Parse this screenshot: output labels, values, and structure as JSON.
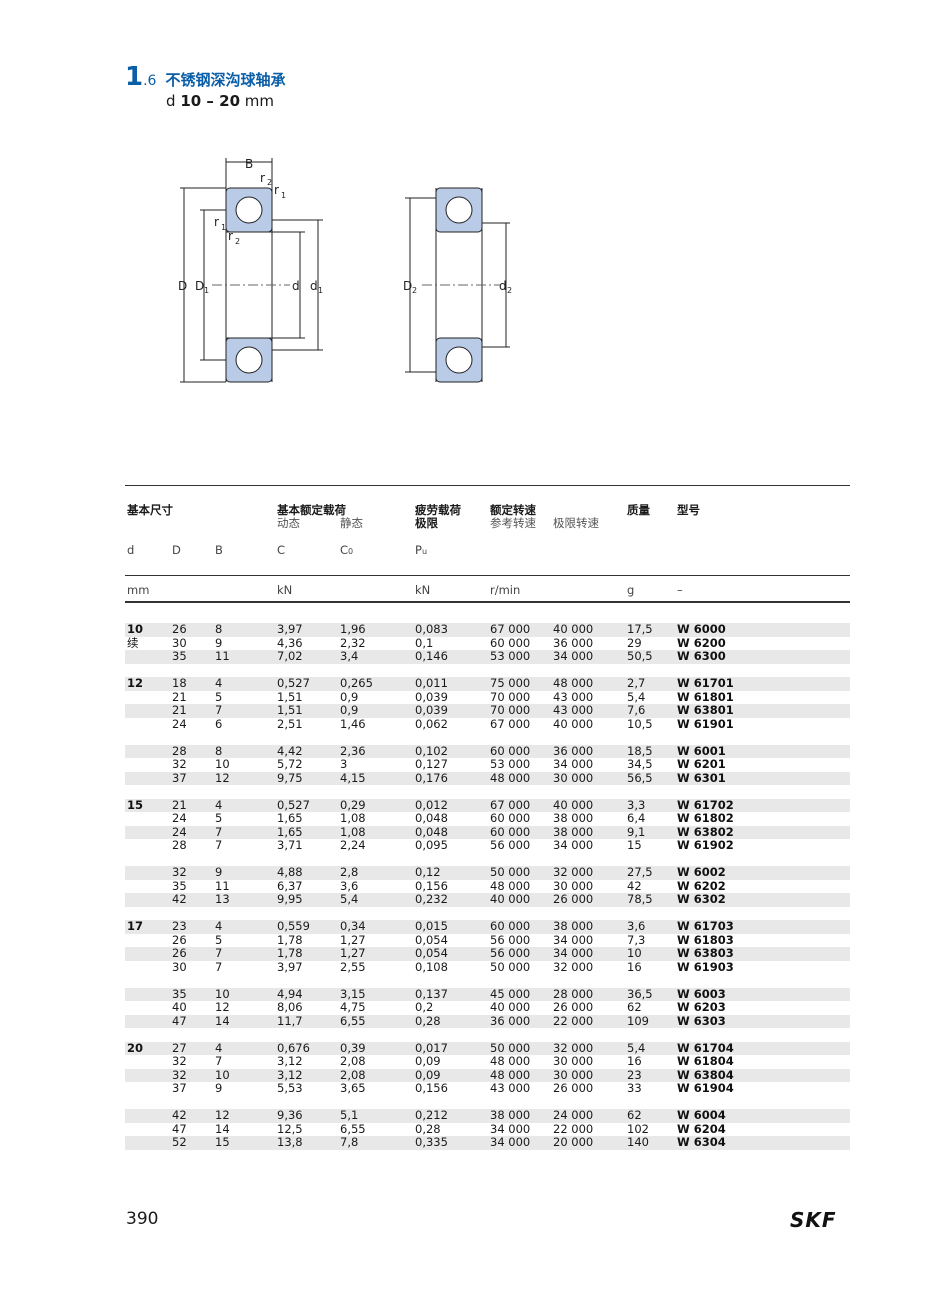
{
  "header": {
    "section_number": "1",
    "section_sub": ".6",
    "title": "不锈钢深沟球轴承",
    "range_prefix": "d",
    "range_value": "10 – 20",
    "range_unit": "mm"
  },
  "diagram": {
    "labels": {
      "B": "B",
      "r2": "r",
      "r1": "r",
      "sub1": "1",
      "sub2": "2",
      "D": "D",
      "D1": "D",
      "d": "d",
      "d1": "d",
      "D2": "D",
      "d2": "d"
    }
  },
  "table": {
    "headers": {
      "basic_dims": "基本尺寸",
      "load_ratings": "基本额定载荷",
      "dynamic": "动态",
      "static": "静态",
      "fatigue": "疲劳载荷",
      "fatigue2": "极限",
      "speed": "额定转速",
      "ref_speed": "参考转速",
      "lim_speed": "极限转速",
      "mass": "质量",
      "designation": "型号"
    },
    "symbols": {
      "d": "d",
      "D": "D",
      "B": "B",
      "C": "C",
      "C0": "C",
      "C0_sub": "0",
      "Pu": "P",
      "Pu_sub": "u"
    },
    "units": {
      "dims": "mm",
      "load": "kN",
      "fatigue": "kN",
      "speed": "r/min",
      "mass": "g",
      "designation": "–"
    },
    "rows": [
      {
        "d": "10",
        "D": "26",
        "B": "8",
        "C": "3,97",
        "C0": "1,96",
        "Pu": "0,083",
        "ref": "67 000",
        "lim": "40 000",
        "m": "17,5",
        "des": "W 6000"
      },
      {
        "d": "续",
        "D": "30",
        "B": "9",
        "C": "4,36",
        "C0": "2,32",
        "Pu": "0,1",
        "ref": "60 000",
        "lim": "36 000",
        "m": "29",
        "des": "W 6200"
      },
      {
        "d": "",
        "D": "35",
        "B": "11",
        "C": "7,02",
        "C0": "3,4",
        "Pu": "0,146",
        "ref": "53 000",
        "lim": "34 000",
        "m": "50,5",
        "des": "W 6300"
      },
      {
        "d": "12",
        "D": "18",
        "B": "4",
        "C": "0,527",
        "C0": "0,265",
        "Pu": "0,011",
        "ref": "75 000",
        "lim": "48 000",
        "m": "2,7",
        "des": "W 61701"
      },
      {
        "d": "",
        "D": "21",
        "B": "5",
        "C": "1,51",
        "C0": "0,9",
        "Pu": "0,039",
        "ref": "70 000",
        "lim": "43 000",
        "m": "5,4",
        "des": "W 61801"
      },
      {
        "d": "",
        "D": "21",
        "B": "7",
        "C": "1,51",
        "C0": "0,9",
        "Pu": "0,039",
        "ref": "70 000",
        "lim": "43 000",
        "m": "7,6",
        "des": "W 63801"
      },
      {
        "d": "",
        "D": "24",
        "B": "6",
        "C": "2,51",
        "C0": "1,46",
        "Pu": "0,062",
        "ref": "67 000",
        "lim": "40 000",
        "m": "10,5",
        "des": "W 61901"
      },
      {
        "d": "",
        "D": "28",
        "B": "8",
        "C": "4,42",
        "C0": "2,36",
        "Pu": "0,102",
        "ref": "60 000",
        "lim": "36 000",
        "m": "18,5",
        "des": "W 6001"
      },
      {
        "d": "",
        "D": "32",
        "B": "10",
        "C": "5,72",
        "C0": "3",
        "Pu": "0,127",
        "ref": "53 000",
        "lim": "34 000",
        "m": "34,5",
        "des": "W 6201"
      },
      {
        "d": "",
        "D": "37",
        "B": "12",
        "C": "9,75",
        "C0": "4,15",
        "Pu": "0,176",
        "ref": "48 000",
        "lim": "30 000",
        "m": "56,5",
        "des": "W 6301"
      },
      {
        "d": "15",
        "D": "21",
        "B": "4",
        "C": "0,527",
        "C0": "0,29",
        "Pu": "0,012",
        "ref": "67 000",
        "lim": "40 000",
        "m": "3,3",
        "des": "W 61702"
      },
      {
        "d": "",
        "D": "24",
        "B": "5",
        "C": "1,65",
        "C0": "1,08",
        "Pu": "0,048",
        "ref": "60 000",
        "lim": "38 000",
        "m": "6,4",
        "des": "W 61802"
      },
      {
        "d": "",
        "D": "24",
        "B": "7",
        "C": "1,65",
        "C0": "1,08",
        "Pu": "0,048",
        "ref": "60 000",
        "lim": "38 000",
        "m": "9,1",
        "des": "W 63802"
      },
      {
        "d": "",
        "D": "28",
        "B": "7",
        "C": "3,71",
        "C0": "2,24",
        "Pu": "0,095",
        "ref": "56 000",
        "lim": "34 000",
        "m": "15",
        "des": "W 61902"
      },
      {
        "d": "",
        "D": "32",
        "B": "9",
        "C": "4,88",
        "C0": "2,8",
        "Pu": "0,12",
        "ref": "50 000",
        "lim": "32 000",
        "m": "27,5",
        "des": "W 6002"
      },
      {
        "d": "",
        "D": "35",
        "B": "11",
        "C": "6,37",
        "C0": "3,6",
        "Pu": "0,156",
        "ref": "48 000",
        "lim": "30 000",
        "m": "42",
        "des": "W 6202"
      },
      {
        "d": "",
        "D": "42",
        "B": "13",
        "C": "9,95",
        "C0": "5,4",
        "Pu": "0,232",
        "ref": "40 000",
        "lim": "26 000",
        "m": "78,5",
        "des": "W 6302"
      },
      {
        "d": "17",
        "D": "23",
        "B": "4",
        "C": "0,559",
        "C0": "0,34",
        "Pu": "0,015",
        "ref": "60 000",
        "lim": "38 000",
        "m": "3,6",
        "des": "W 61703"
      },
      {
        "d": "",
        "D": "26",
        "B": "5",
        "C": "1,78",
        "C0": "1,27",
        "Pu": "0,054",
        "ref": "56 000",
        "lim": "34 000",
        "m": "7,3",
        "des": "W 61803"
      },
      {
        "d": "",
        "D": "26",
        "B": "7",
        "C": "1,78",
        "C0": "1,27",
        "Pu": "0,054",
        "ref": "56 000",
        "lim": "34 000",
        "m": "10",
        "des": "W 63803"
      },
      {
        "d": "",
        "D": "30",
        "B": "7",
        "C": "3,97",
        "C0": "2,55",
        "Pu": "0,108",
        "ref": "50 000",
        "lim": "32 000",
        "m": "16",
        "des": "W 61903"
      },
      {
        "d": "",
        "D": "35",
        "B": "10",
        "C": "4,94",
        "C0": "3,15",
        "Pu": "0,137",
        "ref": "45 000",
        "lim": "28 000",
        "m": "36,5",
        "des": "W 6003"
      },
      {
        "d": "",
        "D": "40",
        "B": "12",
        "C": "8,06",
        "C0": "4,75",
        "Pu": "0,2",
        "ref": "40 000",
        "lim": "26 000",
        "m": "62",
        "des": "W 6203"
      },
      {
        "d": "",
        "D": "47",
        "B": "14",
        "C": "11,7",
        "C0": "6,55",
        "Pu": "0,28",
        "ref": "36 000",
        "lim": "22 000",
        "m": "109",
        "des": "W 6303"
      },
      {
        "d": "20",
        "D": "27",
        "B": "4",
        "C": "0,676",
        "C0": "0,39",
        "Pu": "0,017",
        "ref": "50 000",
        "lim": "32 000",
        "m": "5,4",
        "des": "W 61704"
      },
      {
        "d": "",
        "D": "32",
        "B": "7",
        "C": "3,12",
        "C0": "2,08",
        "Pu": "0,09",
        "ref": "48 000",
        "lim": "30 000",
        "m": "16",
        "des": "W 61804"
      },
      {
        "d": "",
        "D": "32",
        "B": "10",
        "C": "3,12",
        "C0": "2,08",
        "Pu": "0,09",
        "ref": "48 000",
        "lim": "30 000",
        "m": "23",
        "des": "W 63804"
      },
      {
        "d": "",
        "D": "37",
        "B": "9",
        "C": "5,53",
        "C0": "3,65",
        "Pu": "0,156",
        "ref": "43 000",
        "lim": "26 000",
        "m": "33",
        "des": "W 61904"
      },
      {
        "d": "",
        "D": "42",
        "B": "12",
        "C": "9,36",
        "C0": "5,1",
        "Pu": "0,212",
        "ref": "38 000",
        "lim": "24 000",
        "m": "62",
        "des": "W 6004"
      },
      {
        "d": "",
        "D": "47",
        "B": "14",
        "C": "12,5",
        "C0": "6,55",
        "Pu": "0,28",
        "ref": "34 000",
        "lim": "22 000",
        "m": "102",
        "des": "W 6204"
      },
      {
        "d": "",
        "D": "52",
        "B": "15",
        "C": "13,8",
        "C0": "7,8",
        "Pu": "0,335",
        "ref": "34 000",
        "lim": "20 000",
        "m": "140",
        "des": "W 6304"
      }
    ]
  },
  "footer": {
    "page_number": "390",
    "logo": "SKF"
  }
}
